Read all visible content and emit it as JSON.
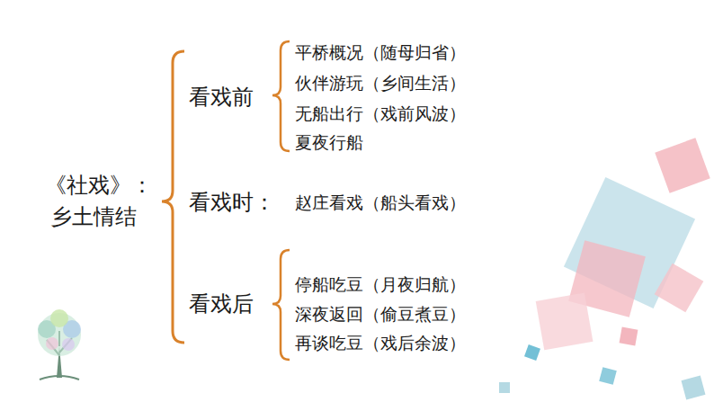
{
  "diagram": {
    "labels": [
      "《社戏》：",
      "乡土情结",
      "看戏前",
      "平桥概况（随母归省）",
      "伙伴游玩（乡间生活）",
      "无船出行（戏前风波）",
      "夏夜行船",
      "看戏时：",
      "赵庄看戏（船头看戏）",
      "看戏后",
      "停船吃豆（月夜归航）",
      "深夜返回（偷豆煮豆）",
      "再谈吃豆（戏后余波）"
    ]
  }
}
